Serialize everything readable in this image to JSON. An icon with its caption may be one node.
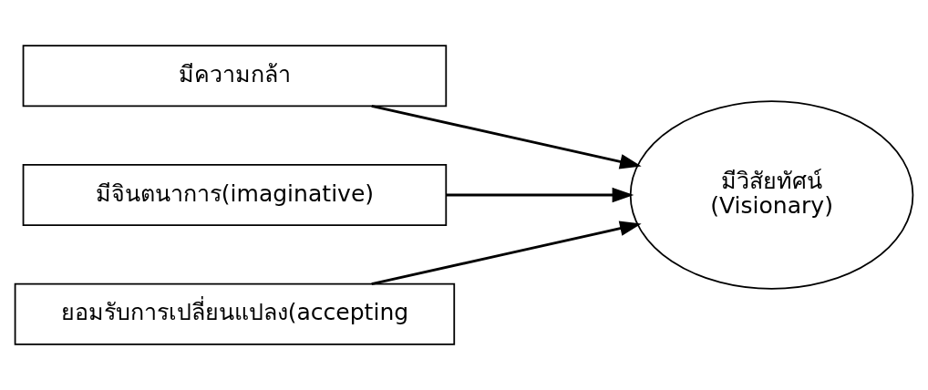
{
  "diagram": {
    "nodes": [
      {
        "text": [
          "มีความกล้า"
        ]
      },
      {
        "text": [
          "มีจินตนาการ(imaginative)"
        ]
      },
      {
        "text": [
          "ยอมรับการเปลี่ยนแปลง(accepting"
        ]
      },
      {
        "text": [
          "มีวิสัยทัศน์",
          "(Visionary)"
        ]
      }
    ],
    "edges": [
      {
        "from": 0,
        "to": 3,
        "arrow": "to"
      },
      {
        "from": 1,
        "to": 3,
        "arrow": "to"
      },
      {
        "from": 2,
        "to": 3,
        "arrow": "to"
      }
    ]
  }
}
